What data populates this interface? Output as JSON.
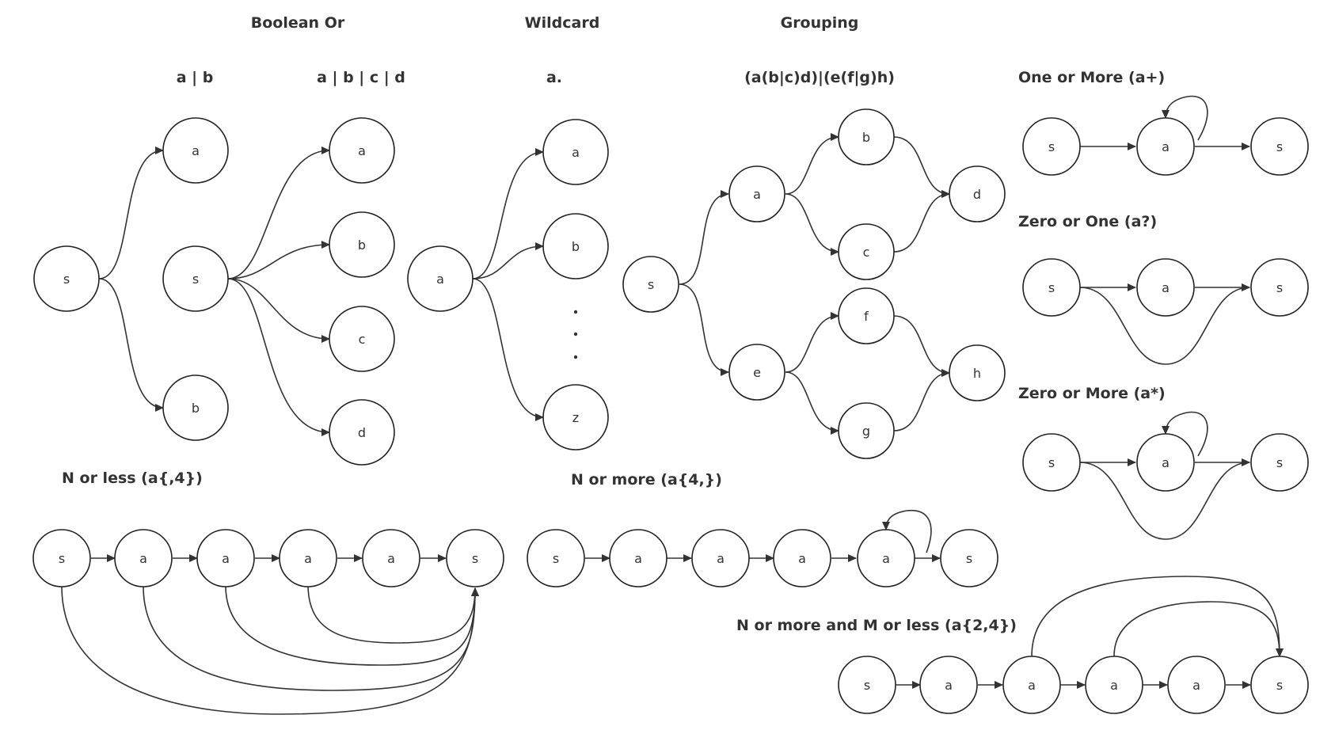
{
  "colors": {
    "stroke": "#333333",
    "node_fill": "#ffffff",
    "text": "#333333"
  },
  "titles": {
    "boolean_or": "Boolean Or",
    "wildcard": "Wildcard",
    "grouping": "Grouping",
    "a_or_b": "a | b",
    "a_or_b_c_d": "a | b | c | d",
    "a_dot": "a.",
    "grouping_expr": "(a(b|c)d)|(e(f|g)h)",
    "one_or_more": "One or More (a+)",
    "zero_or_one": "Zero or One (a?)",
    "zero_or_more": "Zero or More (a*)",
    "n_or_less": "N or less (a{,4})",
    "n_or_more": "N or more (a{4,})",
    "n_or_more_m_or_less": "N or more and M or less (a{2,4})"
  },
  "nodes": {
    "or1": [
      "s",
      "a",
      "b"
    ],
    "or2": [
      "s",
      "a",
      "b",
      "c",
      "d"
    ],
    "wild": [
      "a",
      "a",
      "b",
      "z"
    ],
    "group": [
      "s",
      "a",
      "b",
      "c",
      "d",
      "e",
      "f",
      "g",
      "h"
    ],
    "plus": [
      "s",
      "a",
      "s"
    ],
    "opt": [
      "s",
      "a",
      "s"
    ],
    "star": [
      "s",
      "a",
      "s"
    ],
    "nless": [
      "s",
      "a",
      "a",
      "a",
      "a",
      "s"
    ],
    "nmore": [
      "s",
      "a",
      "a",
      "a",
      "a",
      "s"
    ],
    "nm": [
      "s",
      "a",
      "a",
      "a",
      "a",
      "s"
    ]
  }
}
